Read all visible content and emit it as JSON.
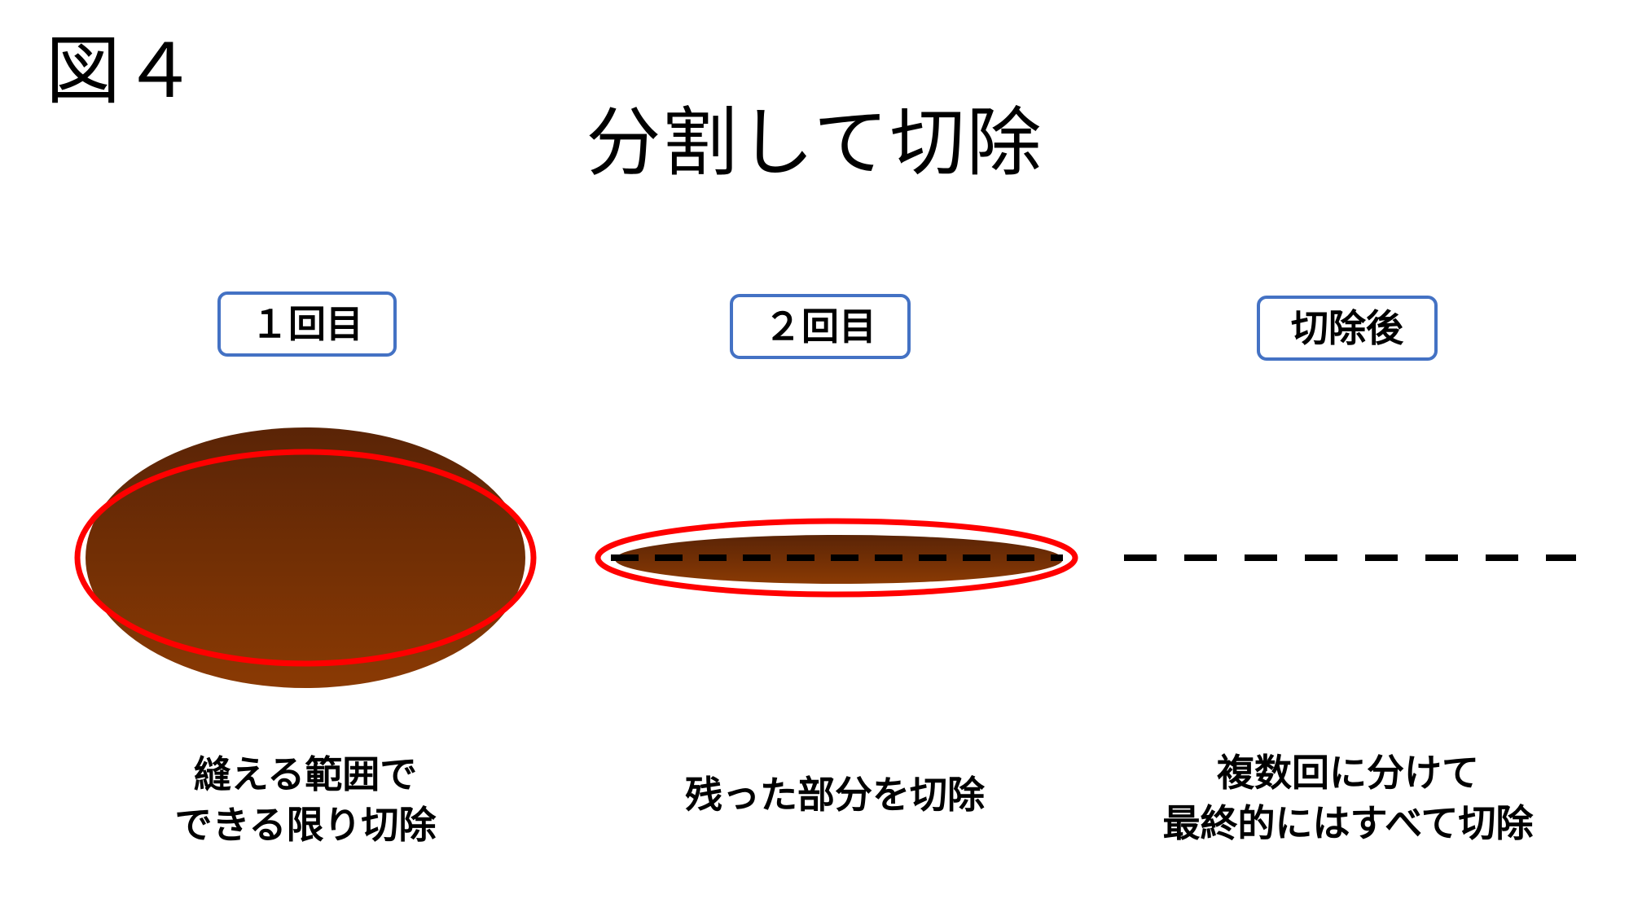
{
  "figure_label": "図４",
  "title": "分割して切除",
  "colors": {
    "box_border": "#4472c4",
    "excision_outline": "#ff0000",
    "lesion_top": "#5a2406",
    "lesion_bottom": "#8a3a04",
    "cut_line": "#000000"
  },
  "steps": [
    {
      "label": "１回目",
      "caption": [
        "縫える範囲で",
        "できる限り切除"
      ]
    },
    {
      "label": "２回目",
      "caption": [
        "残った部分を切除"
      ]
    },
    {
      "label": "切除後",
      "caption": [
        "複数回に分けて",
        "最終的にはすべて切除"
      ]
    }
  ]
}
